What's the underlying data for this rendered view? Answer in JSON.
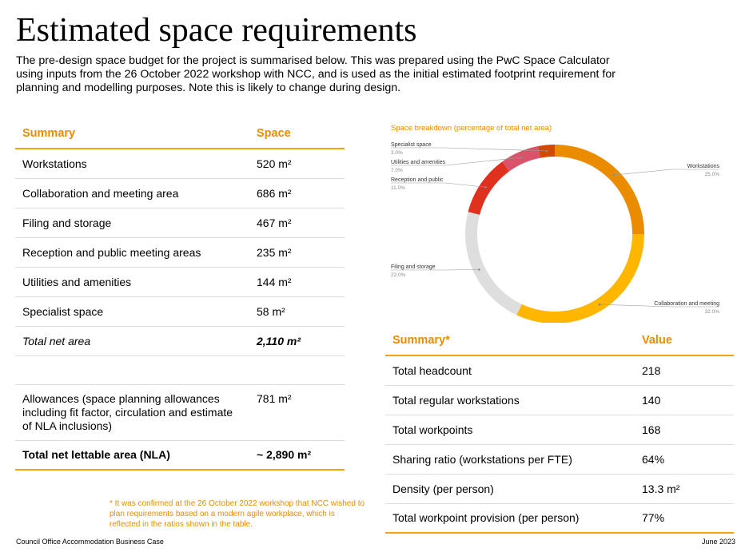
{
  "page": {
    "title": "Estimated space requirements",
    "intro": "The pre-design space budget for the project is summarised below. This was prepared using the PwC Space Calculator using inputs from the 26 October 2022 workshop with NCC, and is used as the initial estimated footprint requirement for planning and modelling purposes. Note this is likely to change during design."
  },
  "summary_table": {
    "headers": [
      "Summary",
      "Space"
    ],
    "rows": [
      {
        "label": "Workstations",
        "value": "520 m²"
      },
      {
        "label": "Collaboration and meeting area",
        "value": "686 m²"
      },
      {
        "label": "Filing and storage",
        "value": "467 m²"
      },
      {
        "label": "Reception and public meeting areas",
        "value": "235 m²"
      },
      {
        "label": "Utilities and amenities",
        "value": "144 m²"
      },
      {
        "label": "Specialist space",
        "value": "58 m²"
      }
    ],
    "total_net": {
      "label": "Total net area",
      "value": "2,110 m²"
    },
    "allowances": {
      "label": "Allowances (space planning allowances including fit factor, circulation and estimate of NLA inclusions)",
      "value": "781 m²"
    },
    "total_nla": {
      "label": "Total net lettable area (NLA)",
      "value": "~ 2,890 m²"
    }
  },
  "chart_data": {
    "type": "pie",
    "title": "Space breakdown (percentage of total net area)",
    "categories": [
      "Workstations",
      "Collaboration and meeting",
      "Filing and storage",
      "Reception and public",
      "Utilities and amenities",
      "Specialist space"
    ],
    "values": [
      25.0,
      32.0,
      22.0,
      11.0,
      7.0,
      3.0
    ],
    "value_labels": [
      "25.0%",
      "32.0%",
      "22.0%",
      "11.0%",
      "7.0%",
      "3.0%"
    ],
    "colors": [
      "#eb8c00",
      "#ffb600",
      "#dedede",
      "#e0301e",
      "#db536a",
      "#d04a02"
    ],
    "donut": true
  },
  "headcount_table": {
    "headers": [
      "Summary*",
      "Value"
    ],
    "rows": [
      {
        "label": "Total headcount",
        "value": "218"
      },
      {
        "label": "Total regular workstations",
        "value": "140"
      },
      {
        "label": "Total workpoints",
        "value": "168"
      },
      {
        "label": "Sharing ratio (workstations per FTE)",
        "value": "64%"
      },
      {
        "label": "Density (per person)",
        "value": "13.3 m²"
      },
      {
        "label": "Total workpoint provision (per person)",
        "value": "77%"
      }
    ]
  },
  "note": "* It was confirmed at the 26 October 2022 workshop that NCC wished to plan requirements based on a modern agile workplace, which is reflected in the ratios shown in the table.",
  "footer": {
    "left": "Council Office Accommodation Business Case",
    "right": "June 2023"
  }
}
